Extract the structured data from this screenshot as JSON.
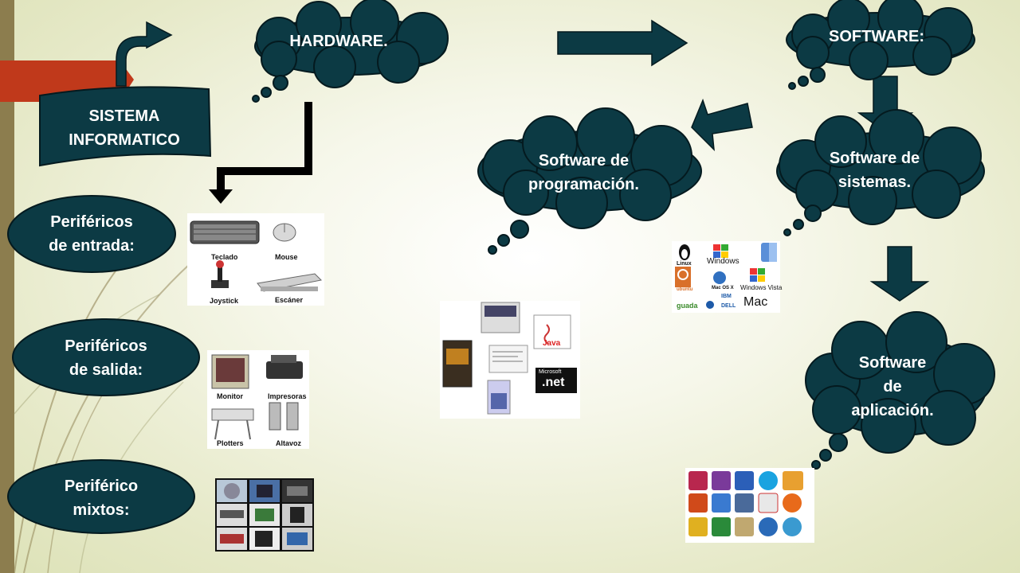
{
  "diagram": {
    "root": "SISTEMA\nINFORMATICO",
    "hardware": "HARDWARE.",
    "software": "SOFTWARE:",
    "software_programacion": "Software de\nprogramación.",
    "software_sistemas": "Software de\nsistemas.",
    "software_aplicacion": "Software\nde\naplicación.",
    "perifericos_entrada": "Periféricos\nde entrada:",
    "perifericos_salida": "Periféricos\nde salida:",
    "perifericos_mixtos": "Periférico\nmixtos:"
  },
  "input_devices": {
    "teclado": "Teclado",
    "mouse": "Mouse",
    "joystick": "Joystick",
    "escaner": "Escáner"
  },
  "output_devices": {
    "monitor": "Monitor",
    "impresoras": "Impresoras",
    "plotters": "Plotters",
    "altavoz": "Altavoz"
  },
  "os_logos": {
    "linux": "Linux",
    "windows_xp": "Windows",
    "ubuntu": "ubuntu",
    "macosx": "Mac OS X",
    "windows_vista": "Windows Vista",
    "guada": "guada",
    "ibm": "IBM",
    "dell": "DELL",
    "mac": "Mac"
  },
  "prog_logos": {
    "java": "Java",
    "microsoft": "Microsoft",
    "net": ".net"
  },
  "colors": {
    "node_fill": "#0c3a44",
    "arrow": "#0c3a44",
    "accent_tab": "#c0391b"
  }
}
